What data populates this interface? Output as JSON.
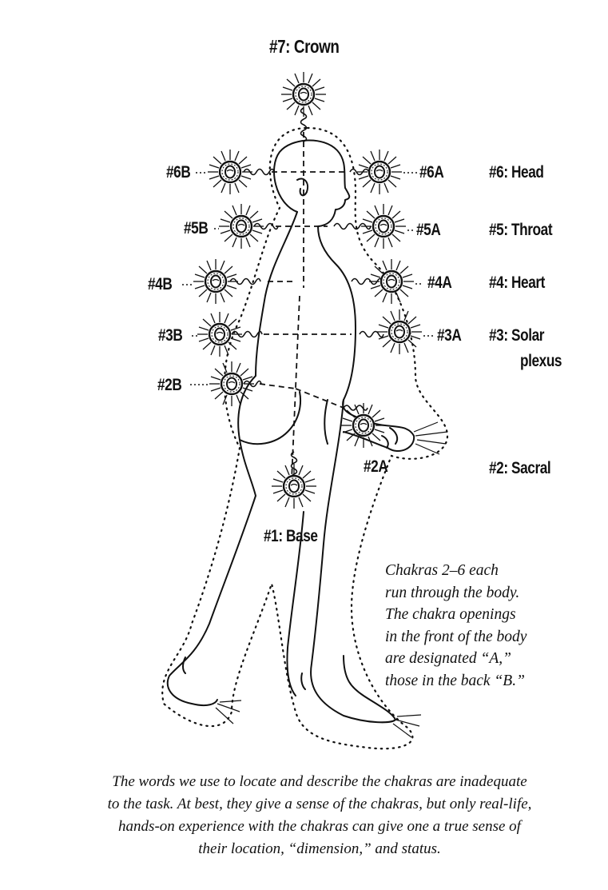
{
  "crown_label": "#7: Crown",
  "base_label": "#1: Base",
  "chakra_labels": {
    "b6": "#6B",
    "a6": "#6A",
    "b5": "#5B",
    "a5": "#5A",
    "b4": "#4B",
    "a4": "#4A",
    "b3": "#3B",
    "a3": "#3A",
    "b2": "#2B",
    "a2": "#2A"
  },
  "legend": {
    "head": "#6: Head",
    "throat": "#5: Throat",
    "heart": "#4: Heart",
    "solar_1": "#3: Solar",
    "solar_2": "plexus",
    "sacral": "#2: Sacral"
  },
  "note_lines": [
    "Chakras 2–6 each",
    "run through the body.",
    "The chakra openings",
    "in the front of the body",
    "are designated “A,”",
    "those in the back “B.”"
  ],
  "caption_lines": [
    "The words we use to locate and describe the chakras are inadequate",
    "to the task. At best, they give a sense of the chakras, but only real-life,",
    "hands-on experience with the chakras can give one a  true sense of",
    "their location, “dimension,” and status."
  ]
}
